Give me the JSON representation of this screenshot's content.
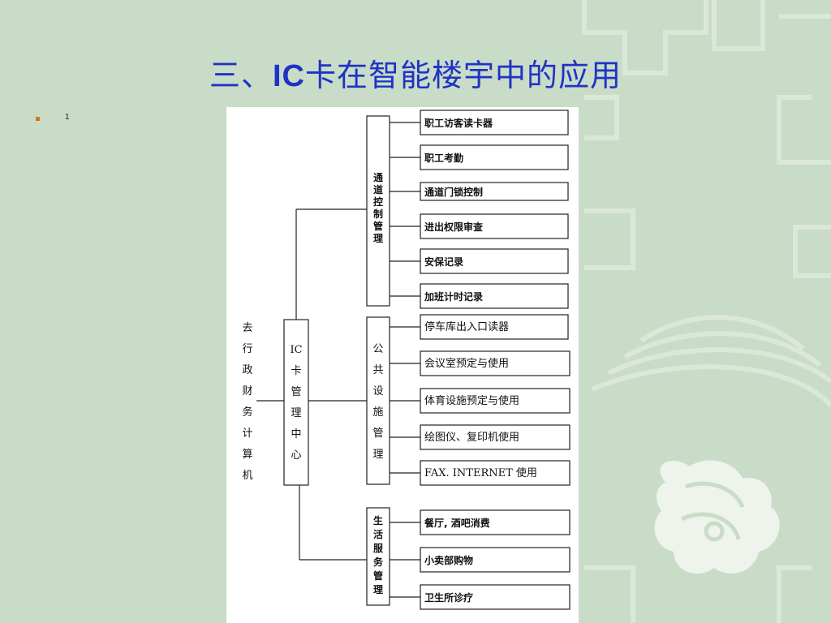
{
  "slide": {
    "title_prefix": "三、",
    "title_ic": "IC",
    "title_rest": "卡在智能楼宇中的应用",
    "bullet_text": "1"
  },
  "theme": {
    "background": "#c9dcc8",
    "title_color": "#1f33c6",
    "bullet_color": "#d07818"
  },
  "diagram": {
    "left_system": [
      "去",
      "行",
      "政",
      "财",
      "务",
      "计",
      "算",
      "机"
    ],
    "center": [
      "IC",
      "卡",
      "管",
      "理",
      "中",
      "心"
    ],
    "categories": [
      {
        "name": [
          "通",
          "道",
          "控",
          "制",
          "管",
          "理"
        ],
        "items": [
          "职工访客读卡器",
          "职工考勤",
          "通道门锁控制",
          "进出权限审查",
          "安保记录",
          "加班计时记录"
        ]
      },
      {
        "name": [
          "公",
          "共",
          "设",
          "施",
          "管",
          "理"
        ],
        "items": [
          "停车库出入口读器",
          "会议室预定与使用",
          "体育设施预定与使用",
          "绘图仪、复印机使用",
          "FAX. INTERNET 使用"
        ]
      },
      {
        "name": [
          "生",
          "活",
          "服",
          "务",
          "管",
          "理"
        ],
        "items": [
          "餐厅, 酒吧消费",
          "小卖部购物",
          "卫生所诊疗"
        ]
      }
    ]
  }
}
